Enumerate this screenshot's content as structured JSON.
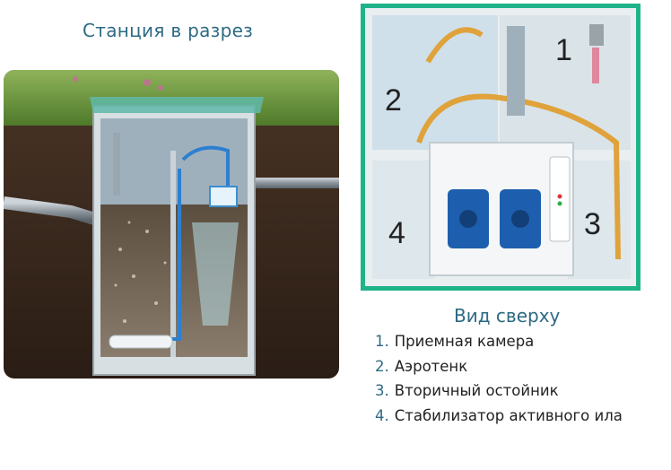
{
  "left_title": "Станция в разрез",
  "right_title": "Вид сверху",
  "chamber_numbers": [
    "1",
    "2",
    "3",
    "4"
  ],
  "legend": [
    {
      "num": "1.",
      "label": "Приемная камера"
    },
    {
      "num": "2.",
      "label": "Аэротенк"
    },
    {
      "num": "3.",
      "label": "Вторичный остойник"
    },
    {
      "num": "4.",
      "label": "Стабилизатор активного ила"
    }
  ],
  "colors": {
    "accent_green": "#1fb389",
    "title_blue": "#2d6a83",
    "pump_blue": "#1d5fae",
    "soil": "#3b2a1f",
    "grass": "#6a9a3a"
  }
}
